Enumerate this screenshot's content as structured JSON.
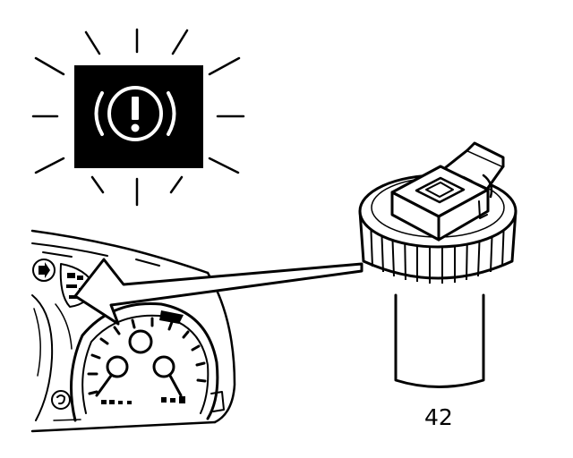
{
  "diagram": {
    "part_number": "42",
    "colors": {
      "ink": "#000000",
      "paper": "#ffffff"
    },
    "icons": {
      "warning": "brake-warning-icon",
      "arrow": "location-arrow",
      "component": "brake-fluid-level-sensor"
    }
  }
}
